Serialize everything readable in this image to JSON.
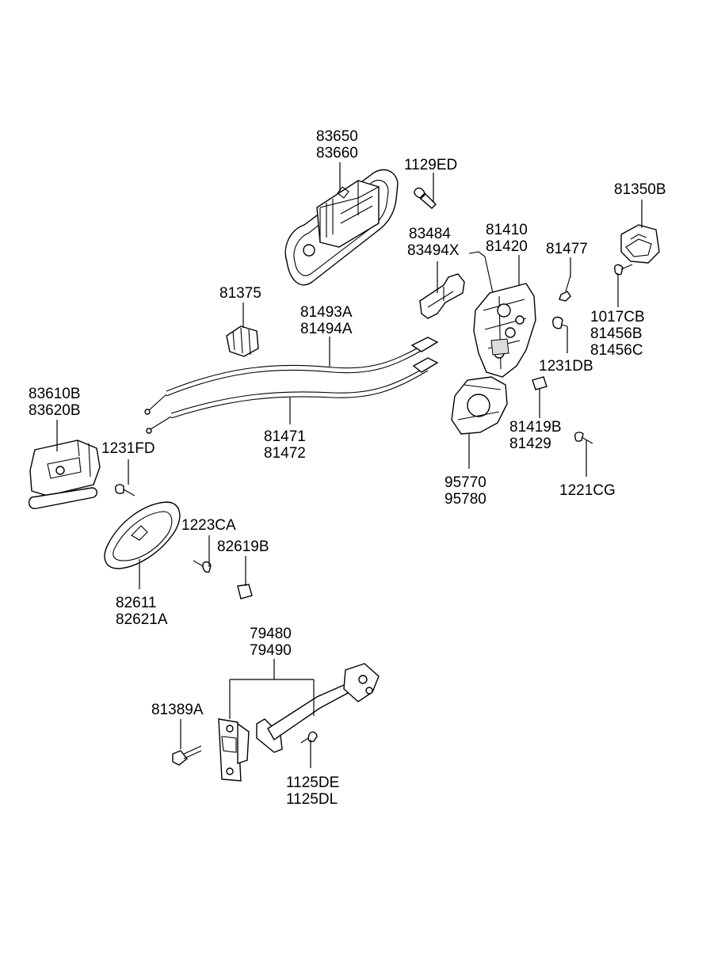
{
  "labels": {
    "handle_outer": [
      "83650",
      "83660"
    ],
    "bolt_1129ed": [
      "1129ED"
    ],
    "latch_cover_81350b": [
      "81350B"
    ],
    "bracket_83484": [
      "83484",
      "83494X"
    ],
    "latch_81410": [
      "81410",
      "81420"
    ],
    "screw_81477": [
      "81477"
    ],
    "screw_1017cb": [
      "1017CB",
      "81456B",
      "81456C"
    ],
    "clip_81375": [
      "81375"
    ],
    "cable_81493a": [
      "81493A",
      "81494A"
    ],
    "screw_1231db": [
      "1231DB"
    ],
    "handle_inner": [
      "83610B",
      "83620B"
    ],
    "cable_81471": [
      "81471",
      "81472"
    ],
    "pad_81419b": [
      "81419B",
      "81429"
    ],
    "screw_1231fd": [
      "1231FD"
    ],
    "actuator_95770": [
      "95770",
      "95780"
    ],
    "screw_1221cg": [
      "1221CG"
    ],
    "screw_1223ca": [
      "1223CA"
    ],
    "cap_82619b": [
      "82619B"
    ],
    "bezel_82611": [
      "82611",
      "82621A"
    ],
    "checker_79480": [
      "79480",
      "79490"
    ],
    "bolt_81389a": [
      "81389A"
    ],
    "bolt_1125de": [
      "1125DE",
      "1125DL"
    ]
  }
}
